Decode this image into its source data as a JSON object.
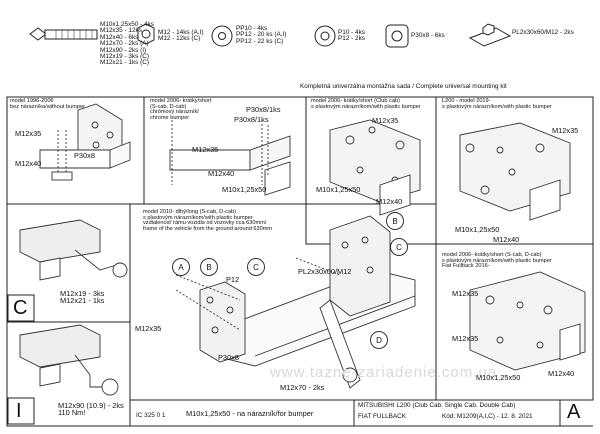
{
  "header": {
    "hardware": {
      "bolts_m10": [
        "M10x1,25x50 - 4ks",
        "M12x35 - 12ks",
        "M12x40 - 6ks",
        "M12x70 - 2ks (A)",
        "M12x90 - 2ks (I)",
        "M12x19 - 3ks (C)",
        "M12x21 - 1ks (C)"
      ],
      "nuts_m12": [
        "M12 - 14ks (A,I)",
        "M12 - 12ks (C)"
      ],
      "washers_pp": [
        "PP10 - 4ks",
        "PP12 - 20 ks (A,I)",
        "PP12 - 22 ks (C)"
      ],
      "washers_p": [
        "P10 - 4ks",
        "P12 - 2ks"
      ],
      "p30": "P30x8 - 6ks",
      "plate": "PL2x30x60/M12 - 2ks"
    },
    "kit_note": "Kompletná univerzálna montážna sada / Complete universal mounting kit"
  },
  "panels": {
    "p1": {
      "title": [
        "model 1996-2006",
        "bez nárazníka/without bumper"
      ],
      "labels": [
        "M12x35",
        "M12x40",
        "P30x8"
      ]
    },
    "p2": {
      "title": [
        "model 2006- krátky/short",
        "(S-cab, D-cab)",
        "chrómový nárazník/",
        "chrome bumper"
      ],
      "labels": [
        "P30x8/1ks",
        "P30x8/1ks",
        "M12x35",
        "M12x40",
        "M10x1,25x50"
      ]
    },
    "p3": {
      "title": [
        "model 2006- krátky/short (Club cab)",
        "s plastovým nárazníkom/with plastic bumper"
      ],
      "labels": [
        "M12x35",
        "M10x1,25x50",
        "M12x40"
      ]
    },
    "p4": {
      "title": [
        "L200 - model 2019-",
        "s plastovým nárazníkom/with plastic bumper"
      ],
      "labels": [
        "M12x35",
        "M10x1,25x50",
        "M12x40"
      ]
    },
    "p5": {
      "title": [
        "model 2010- dlhý/long (S-cab, D-cab)",
        "s plastovým nárazníkom/with plastic bumper",
        "vzdialenosť rámu vozidla od vozovky cca 630mm/",
        "frame of the vehicle from the ground around 630mm"
      ],
      "labels": [
        "P12",
        "PL2x30x60/M12",
        "M12x35",
        "P30x8",
        "M12x70 - 2ks"
      ],
      "callouts": [
        "A",
        "B",
        "C",
        "B",
        "C",
        "D"
      ]
    },
    "p6": {
      "title": [
        "model 2006- krátky/short (S-cab, D-cab)",
        "s plastovým nárazníkom/with plastic bumper",
        "Fiat Fullback 2016-"
      ],
      "labels": [
        "M12x35",
        "M12x35",
        "M10x1,25x50",
        "M12x40"
      ]
    }
  },
  "options": {
    "c": {
      "letter": "C",
      "labels": [
        "M12x19 - 3ks",
        "M12x21 - 1ks"
      ]
    },
    "i": {
      "letter": "I",
      "labels": [
        "M12x90 (10.9) - 2ks",
        "110 Nm!"
      ]
    }
  },
  "footer": {
    "code": "IC 325 0 1",
    "bumper_note": "M10x1,25x50 - na nárazník/for bumper",
    "vehicle": "MITSUBISHI L200 (Club Cab. Single Cab. Double Cab)",
    "vehicle2": "FIAT FULLBACK",
    "ref": "Kód: M1209(A,I,C) - 12. 8. 2021",
    "variant": "A"
  },
  "watermark": "www.tazne-zariadenie.com.ua"
}
